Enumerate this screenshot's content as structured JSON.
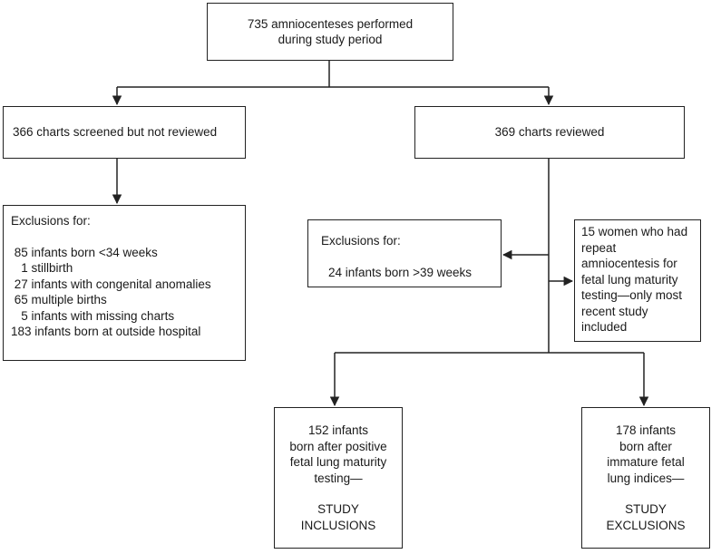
{
  "flowchart": {
    "top": {
      "lines": [
        "735 amniocenteses performed",
        "during study period"
      ]
    },
    "not_reviewed": {
      "text": "366 charts screened but not reviewed"
    },
    "reviewed": {
      "text": "369 charts reviewed"
    },
    "exclusions_left": {
      "heading": "Exclusions for:",
      "items": [
        " 85 infants born <34 weeks",
        "   1 stillbirth",
        " 27 infants with congenital anomalies",
        " 65 multiple births",
        "   5 infants with missing charts",
        "183 infants born at outside hospital"
      ]
    },
    "exclusions_mid": {
      "heading": "Exclusions for:",
      "items": [
        "24 infants born >39 weeks"
      ]
    },
    "repeat": {
      "lines": [
        "15 women who had",
        "repeat",
        "amniocentesis for",
        "fetal lung maturity",
        "testing—only most",
        "recent study",
        "included"
      ]
    },
    "inclusions": {
      "lines": [
        "152 infants",
        "born after positive",
        "fetal lung maturity",
        "testing—"
      ],
      "label_lines": [
        "STUDY",
        "INCLUSIONS"
      ]
    },
    "exclusions_final": {
      "lines": [
        "178 infants",
        "born after",
        "immature fetal",
        "lung indices—"
      ],
      "label_lines": [
        "STUDY",
        "EXCLUSIONS"
      ]
    }
  }
}
